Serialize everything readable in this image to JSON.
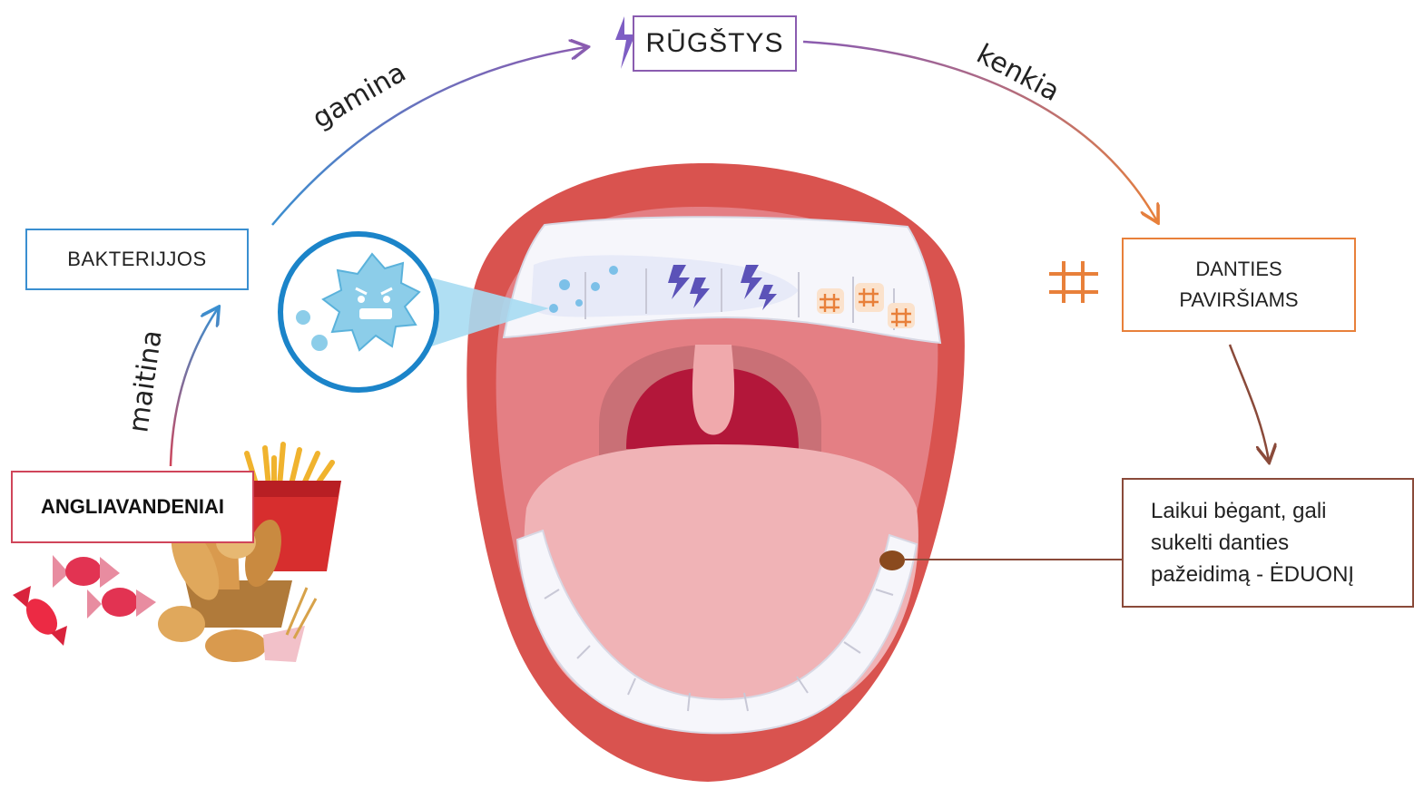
{
  "nodes": {
    "bakterijos": "BAKTERIJJOS",
    "rugstys": "RŪGŠTYS",
    "danties_line1": "DANTIES",
    "danties_line2": "PAVIRŠIAMS",
    "angliavandeniai": "ANGLIAVANDENIAI",
    "laikui_line1": "Laikui bėgant, gali",
    "laikui_line2": "sukelti danties",
    "laikui_line3": "pažeidimą - ĖDUONĮ"
  },
  "edges": {
    "maitina": "maitina",
    "gamina": "gamina",
    "kenkia": "kenkia"
  },
  "colors": {
    "food_edge": "#d0455a",
    "bacteria_edge": "#3a8fd0",
    "acid_edge": "#8a5cb0",
    "surface_edge": "#e8803a",
    "caries_edge": "#8a4a3a",
    "lips": "#d9534f",
    "mouth_inner": "#e47f84",
    "tongue": "#f0b3b6",
    "throat": "#b3173a"
  },
  "icons": [
    "bacteria-icon",
    "lightning-icon",
    "hash-damage-icon",
    "candy-icon",
    "fries-icon",
    "bread-basket-icon"
  ]
}
